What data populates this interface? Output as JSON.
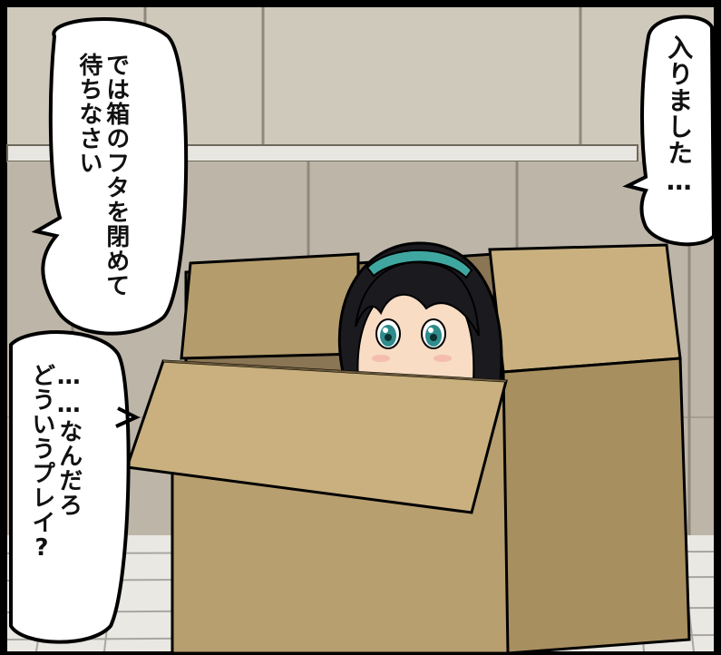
{
  "panel": {
    "bubbles": [
      {
        "lines": [
          "では箱のフタを閉めて",
          "待ちなさい"
        ]
      },
      {
        "lines": [
          "入りました…"
        ]
      },
      {
        "lines": [
          "……なんだろ",
          "どういうプレイ?"
        ]
      }
    ]
  },
  "colors": {
    "wall_tile": "#c9c3b6",
    "wall_tile_dark": "#b4ad9f",
    "wall_rail": "#e8e6e0",
    "floor_tile": "#e9e8e3",
    "box_front": "#b89f70",
    "box_flap": "#c9b07e",
    "box_inside": "#8a7554",
    "hair": "#1a1a1f",
    "headband": "#3fa7a0",
    "skin": "#f8dcc4",
    "eye": "#2f8c8c",
    "outline": "#000000"
  },
  "scene_icons": [
    "cardboard-box-icon",
    "girl-character-icon",
    "speech-bubble-icon"
  ]
}
